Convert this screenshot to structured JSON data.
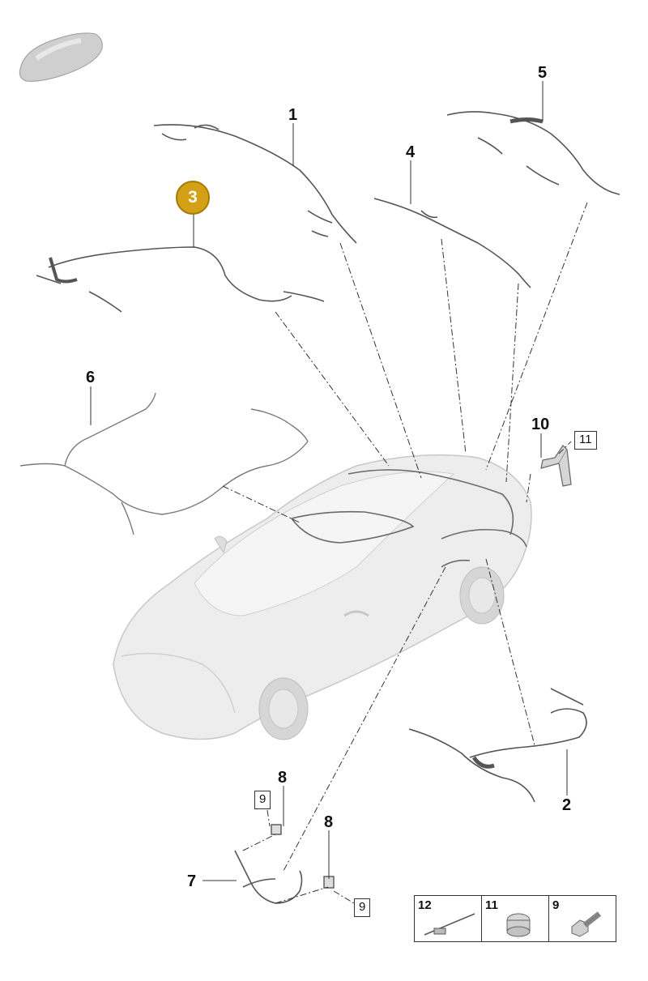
{
  "callouts": {
    "c1": "1",
    "c2": "2",
    "c3": "3",
    "c4": "4",
    "c5": "5",
    "c6": "6",
    "c7": "7",
    "c8a": "8",
    "c8b": "8",
    "c9a": "9",
    "c9b": "9",
    "c10": "10",
    "c11": "11"
  },
  "legend": {
    "items": [
      {
        "label": "12"
      },
      {
        "label": "11"
      },
      {
        "label": "9"
      }
    ]
  },
  "colors": {
    "highlight": "#d4a017",
    "car_body": "#ececec",
    "car_outline": "#c8c8c8",
    "harness": "#555555",
    "leader": "#333333"
  }
}
